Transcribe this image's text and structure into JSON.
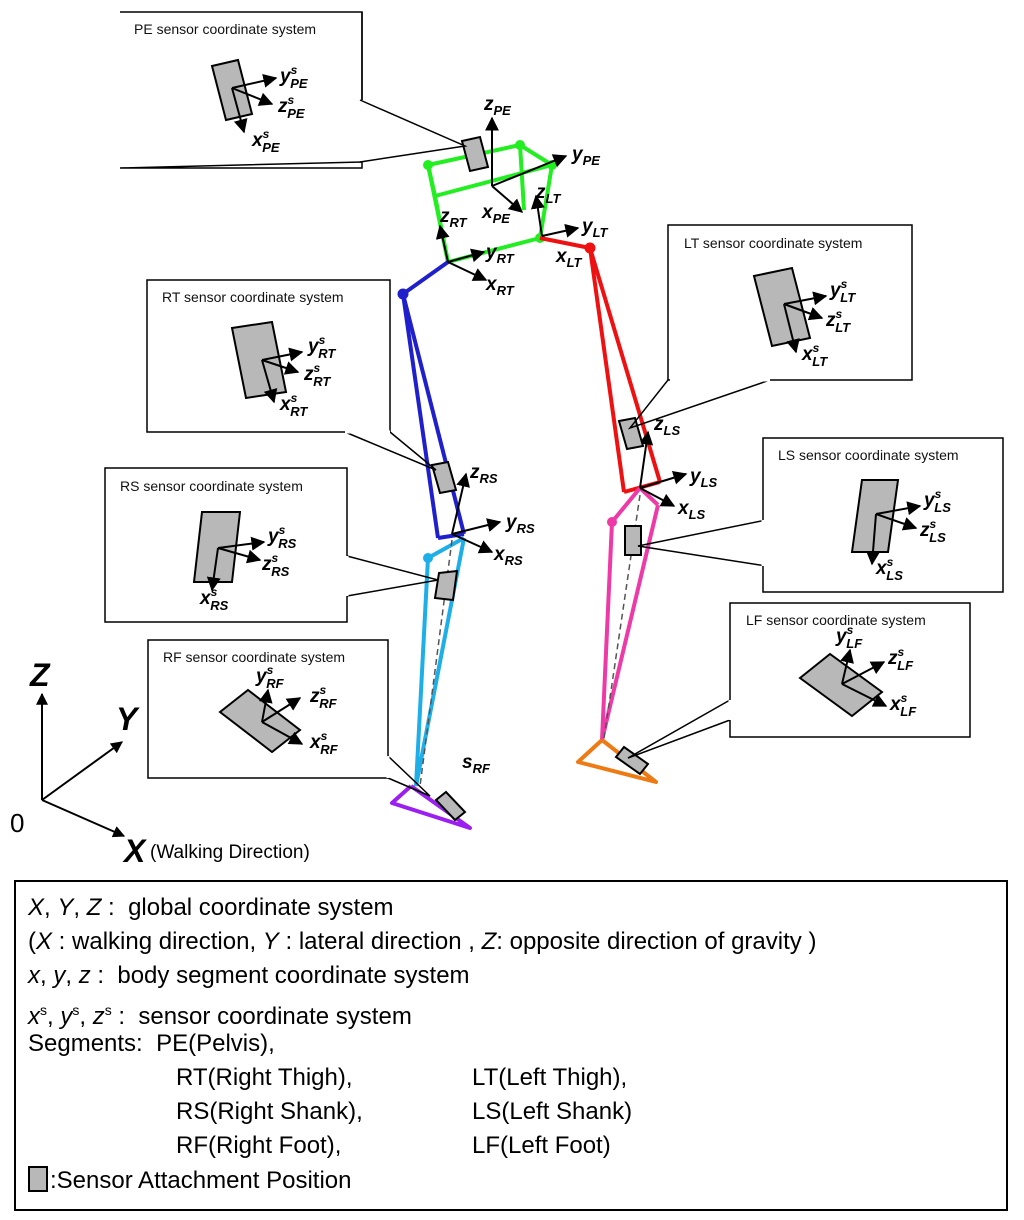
{
  "callouts": {
    "pe": {
      "title": "PE sensor coordinate system",
      "seg": "PE"
    },
    "rt": {
      "title": "RT sensor coordinate system",
      "seg": "RT"
    },
    "rs": {
      "title": "RS sensor coordinate system",
      "seg": "RS"
    },
    "rf": {
      "title": "RF sensor coordinate system",
      "seg": "RF"
    },
    "lt": {
      "title": "LT sensor coordinate system",
      "seg": "LT"
    },
    "ls": {
      "title": "LS sensor coordinate system",
      "seg": "LS"
    },
    "lf": {
      "title": "LF sensor coordinate system",
      "seg": "LF"
    }
  },
  "axis_letters": {
    "x": "x",
    "y": "y",
    "z": "z",
    "s": "s"
  },
  "segment_subscripts": {
    "pe": "PE",
    "rt": "RT",
    "lt": "LT",
    "rs": "RS",
    "ls": "LS",
    "rf": "RF",
    "lf": "LF"
  },
  "global_axes": {
    "x": "X",
    "y": "Y",
    "z": "Z",
    "origin": "0",
    "walking": "(Walking Direction)"
  },
  "colors": {
    "pelvis": "#22ee22",
    "right_thigh": "#1f1fcc",
    "left_thigh": "#ee1111",
    "right_shank": "#1eaee8",
    "left_shank": "#ee3aa6",
    "right_foot": "#9b1ff0",
    "left_foot": "#ee7a14",
    "sensor_fill": "#b8b8b8"
  },
  "legend": {
    "global_vars": [
      "X",
      "Y",
      "Z"
    ],
    "global_desc": "global coordinate system",
    "open_paren": "(",
    "x_var": "X",
    "x_desc": "walking direction,",
    "y_var": "Y",
    "y_desc": "lateral direction ,",
    "z_var": "Z",
    "z_desc": "opposite direction of gravity )",
    "body_vars": [
      "x",
      "y",
      "z"
    ],
    "body_desc": "body segment coordinate system",
    "sensor_vars": [
      "x",
      "y",
      "z"
    ],
    "sensor_sup": "s",
    "sensor_desc": "sensor coordinate system",
    "segments_label": "Segments:",
    "pe": "PE(Pelvis),",
    "rt": "RT(Right Thigh),",
    "lt": "LT(Left Thigh),",
    "rs": "RS(Right Shank),",
    "ls": "LS(Left Shank)",
    "rf": "RF(Right Foot),",
    "lf": "LF(Left Foot)",
    "sensor_marker": ":Sensor Attachment Position"
  }
}
